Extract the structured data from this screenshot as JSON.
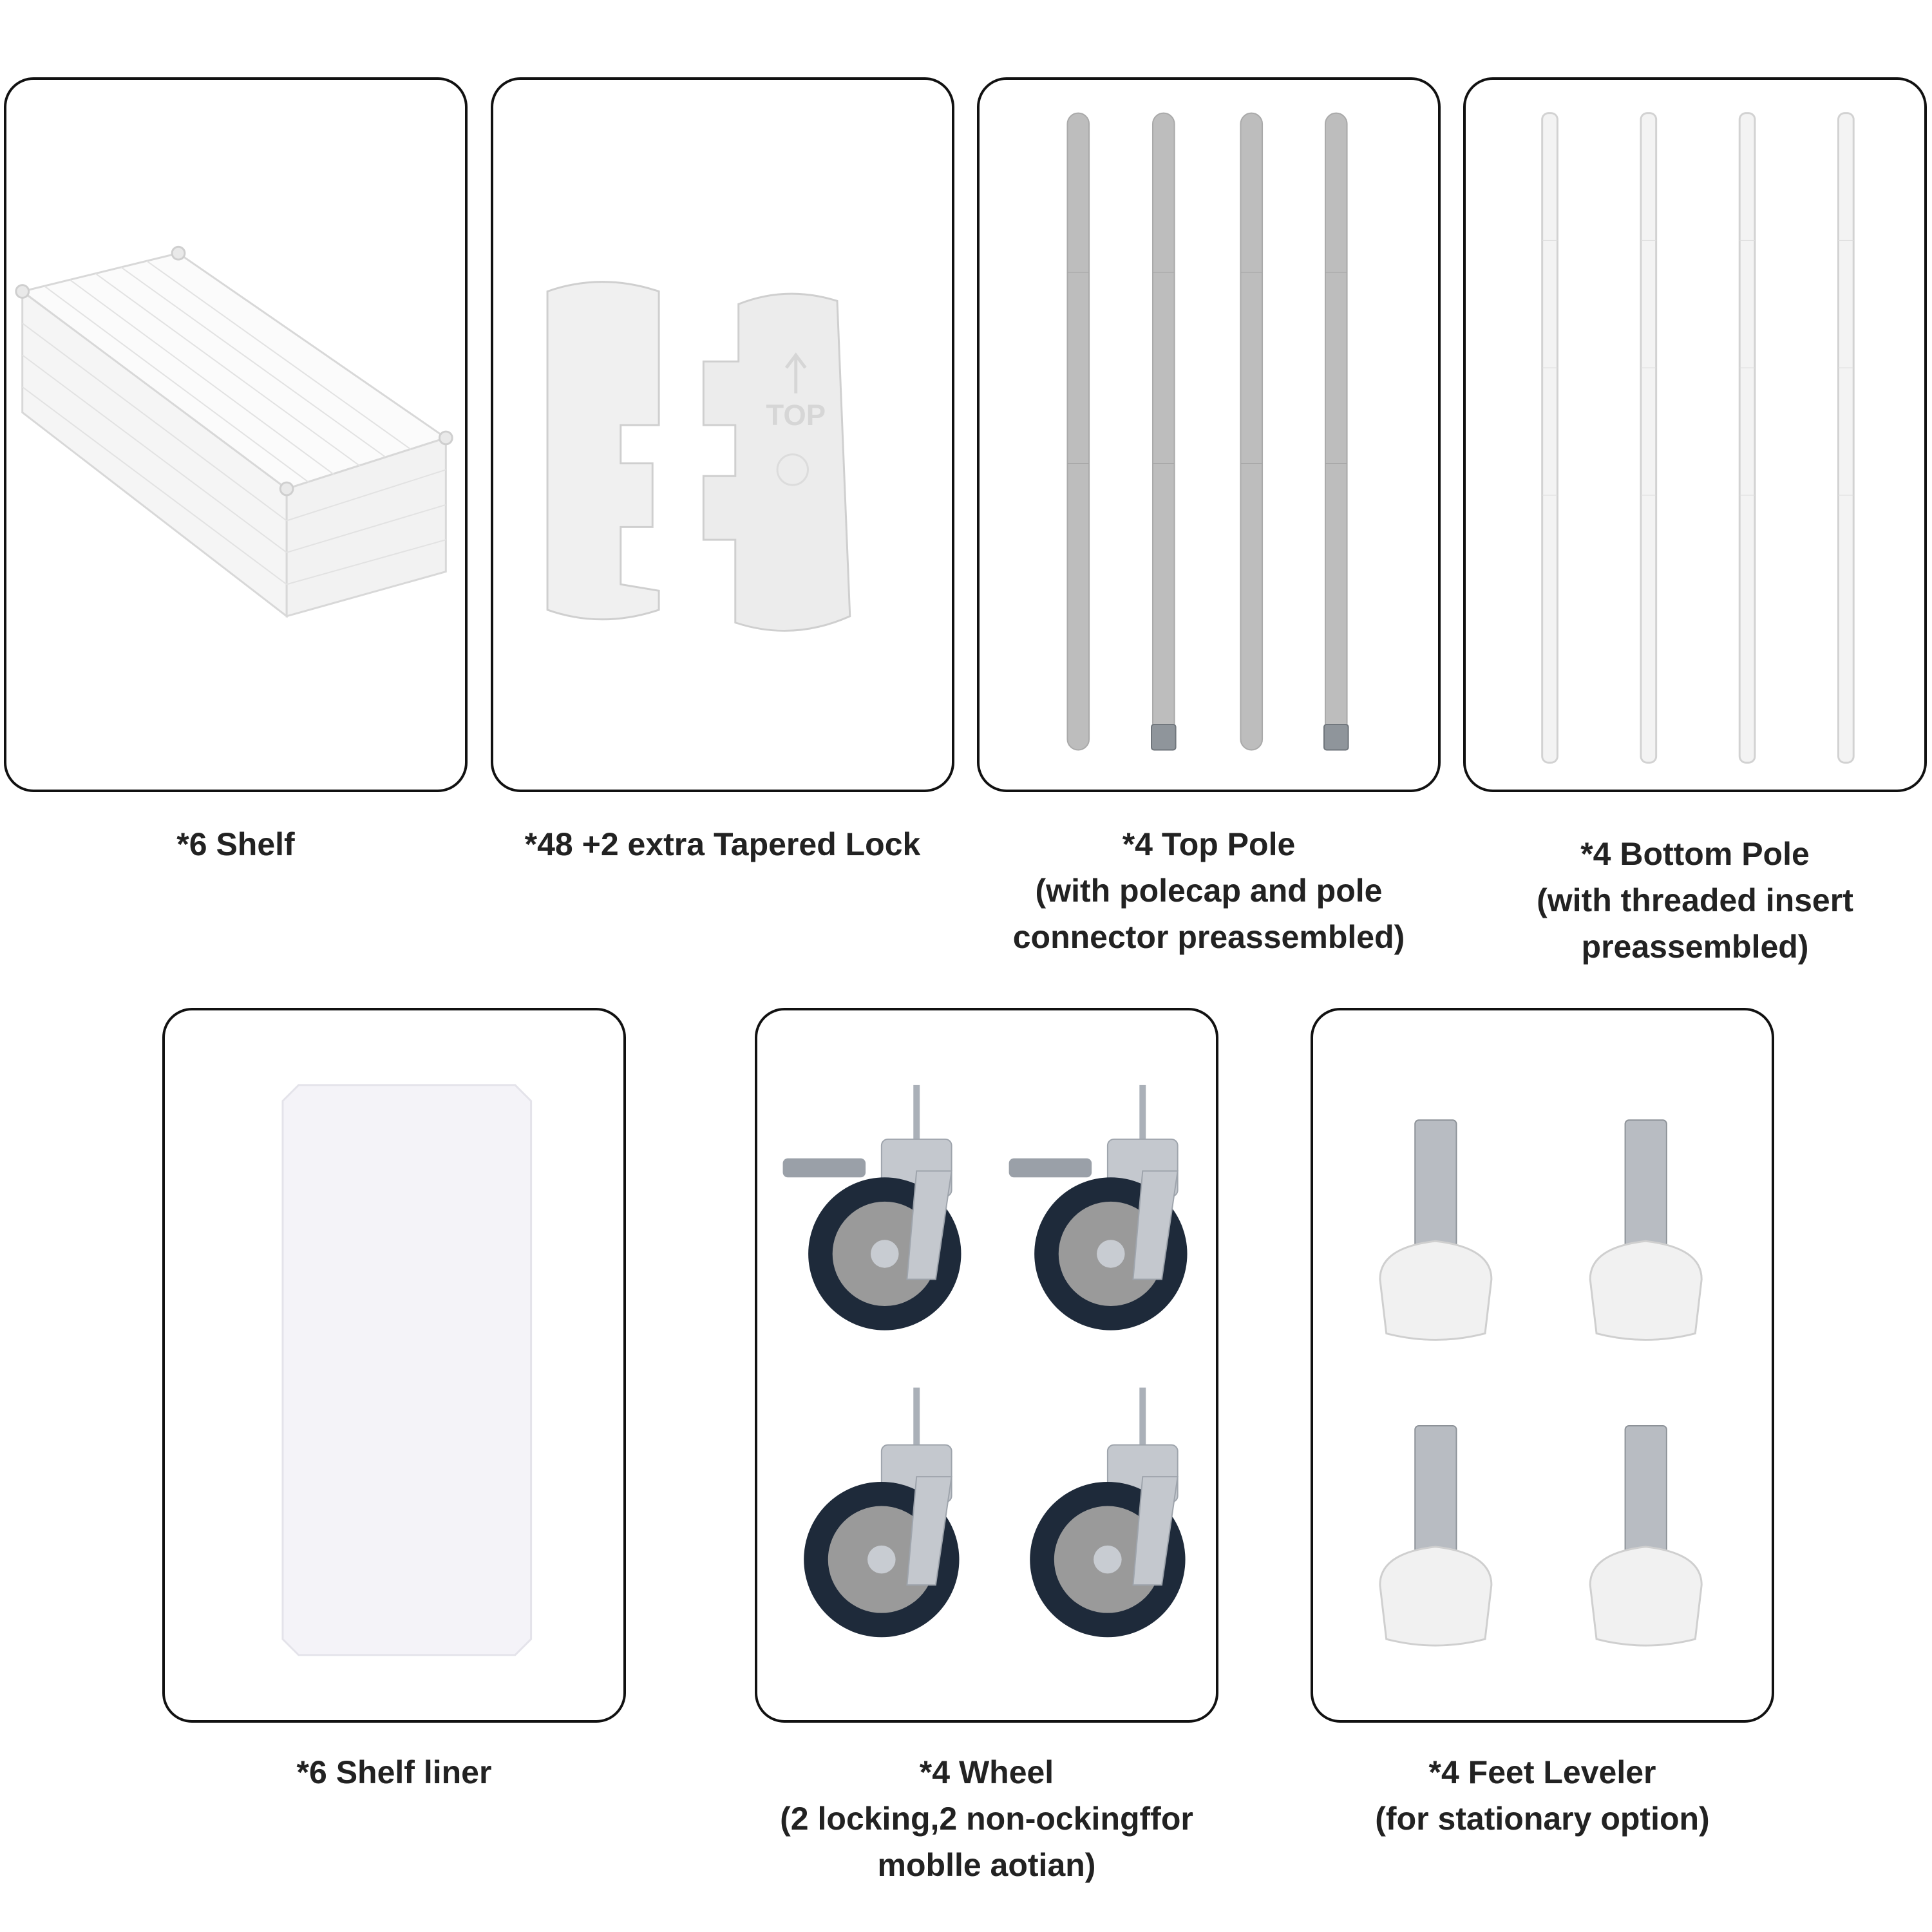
{
  "parts": [
    {
      "id": "shelf",
      "lines": [
        "*6 Shelf"
      ]
    },
    {
      "id": "tapered-lock",
      "lines": [
        "*48 +2 extra Tapered Lock"
      ],
      "stamp_text": "TOP"
    },
    {
      "id": "top-pole",
      "lines": [
        "*4 Top Pole",
        "(with polecap and pole",
        "connector preassembled)"
      ]
    },
    {
      "id": "bottom-pole",
      "lines": [
        "*4 Bottom Pole",
        "(with threaded insert",
        "preassembled)"
      ]
    },
    {
      "id": "shelf-liner",
      "lines": [
        "*6 Shelf liner"
      ]
    },
    {
      "id": "wheel",
      "lines": [
        "*4 Wheel",
        "(2 locking,2 non-ockingffor",
        "moblle aotian)"
      ]
    },
    {
      "id": "feet-leveler",
      "lines": [
        "*4 Feet Leveler",
        "(for stationary option)"
      ]
    }
  ],
  "colors": {
    "border": "#111111",
    "text": "#222222",
    "pole_gray": "#bdbdbd",
    "white_part": "#f1f1f1",
    "tire": "#1e2a3a",
    "hub": "#9a9a9a",
    "steel": "#b8bcc2"
  }
}
